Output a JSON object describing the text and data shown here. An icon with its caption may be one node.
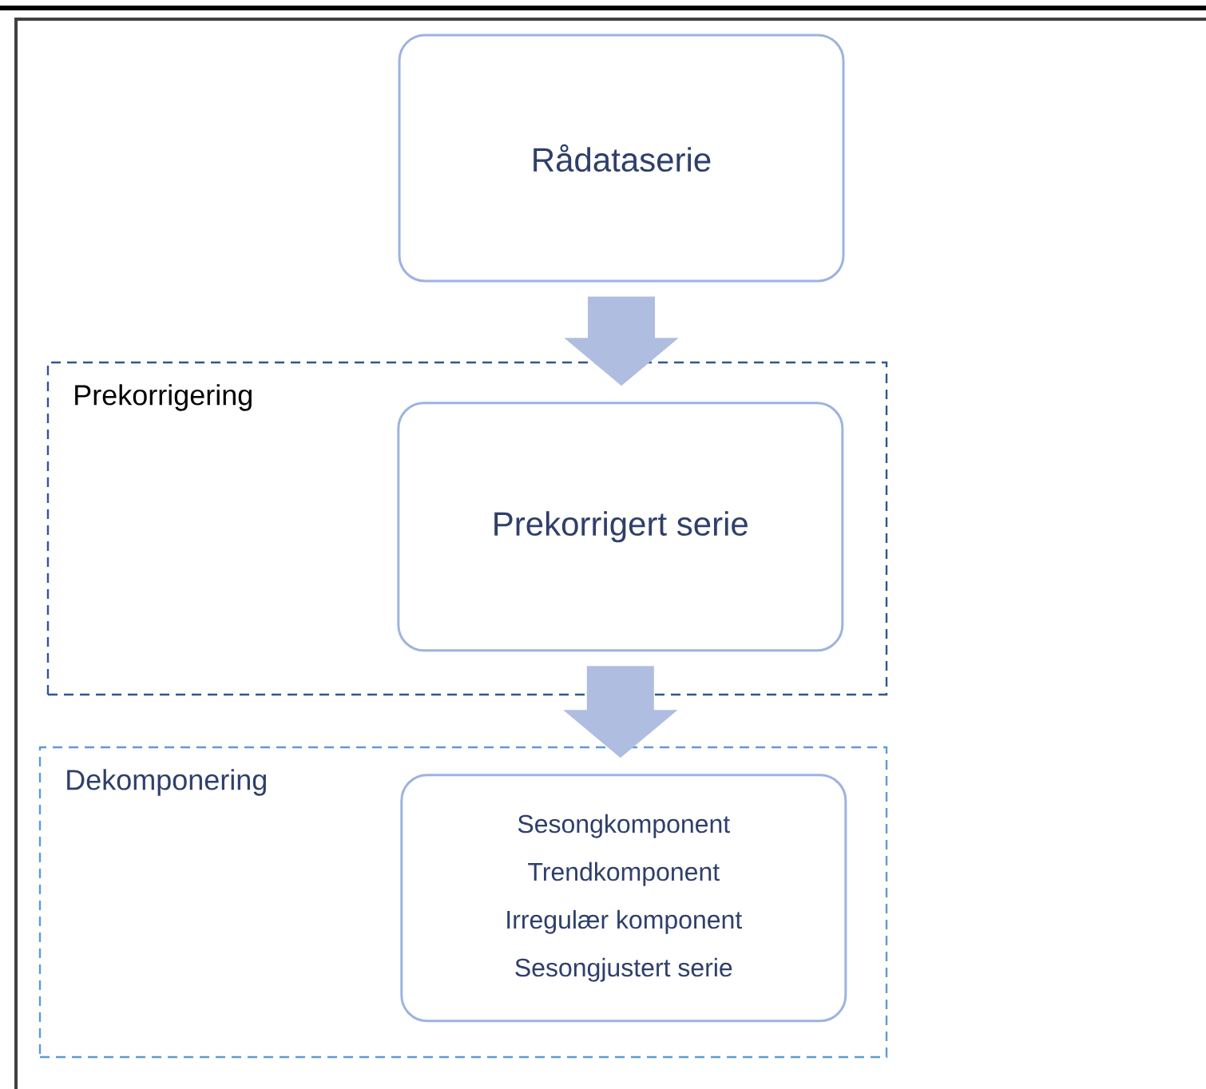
{
  "diagram": {
    "nodes": [
      {
        "text": [
          "Rådataserie"
        ]
      },
      {
        "text": [
          "Prekorrigering"
        ]
      },
      {
        "text": [
          "Prekorrigert serie"
        ],
        "in": 1
      },
      {
        "text": [
          "Dekomponering"
        ]
      },
      {
        "text": [
          "Sesongkomponent",
          "Trendkomponent",
          "Irregulær komponent",
          "Sesongjustert serie"
        ],
        "in": 3
      }
    ],
    "edges": [
      {
        "from": 0,
        "to": 2,
        "arrow": "to"
      },
      {
        "from": 2,
        "to": 4,
        "arrow": "to"
      }
    ]
  }
}
